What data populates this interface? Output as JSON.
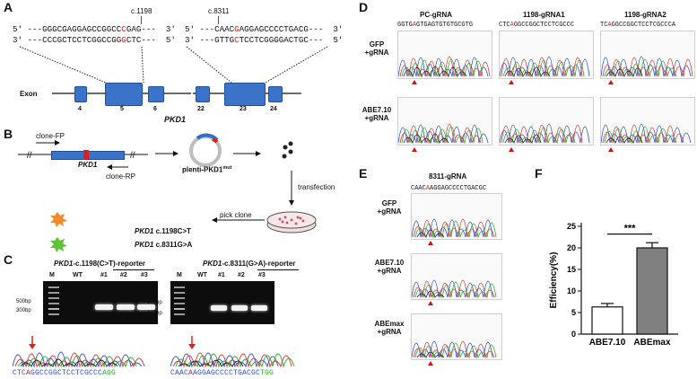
{
  "panels": {
    "A": "A",
    "B": "B",
    "C": "C",
    "D": "D",
    "E": "E",
    "F": "F"
  },
  "panelA": {
    "site1": {
      "label": "c.1198",
      "top_pre": "5' ---GGGCGAGGAGCCGGCC",
      "top_mut": "C",
      "top_post": "GAG---  3'",
      "bot_pre": "3' ---CCCGCTCCTCGGCCGG",
      "bot_mut": "G",
      "bot_post": "CTC---  5'"
    },
    "site2": {
      "label": "c.8311",
      "top_pre": "5' ---CAAC",
      "top_mut": "G",
      "top_post": "AGGAGCCCCTGACG---  3'",
      "bot_pre": "3' ---GTTG",
      "bot_mut": "C",
      "bot_post": "TCCTCGGGGACTGC---  5'"
    },
    "exon_label": "Exon",
    "exon_numbers": [
      "4",
      "5",
      "6",
      "22",
      "23",
      "24"
    ],
    "gene": "PKD1"
  },
  "panelB": {
    "clone_fp": "clone-FP",
    "clone_rp": "clone-RP",
    "gene": "PKD1",
    "plasmid_prefix": "plenti-PKD1",
    "plasmid_sup": "mut",
    "transfection": "transfection",
    "pick_clone": "pick clone",
    "mut1_gene": "PKD1",
    "mut1": " c.1198C>T",
    "mut2_gene": "PKD1",
    "mut2": " c.8311G>A"
  },
  "panelC": {
    "gel1_title_gene": "PKD1",
    "gel1_title": "-c.1198(C>T)-reporter",
    "gel2_title_gene": "PKD1",
    "gel2_title": "-c.8311(G>A)-reporter",
    "lanes": [
      "M",
      "WT",
      "#1",
      "#2",
      "#3"
    ],
    "ladder_500": "500bp",
    "ladder_300": "300bp",
    "seq1_pre": "CTC",
    "seq1_mut": "A",
    "seq1_mid": "GGCCGGCTCCTCGCCC",
    "seq1_post": "AGG",
    "seq2_pre": "CAAC",
    "seq2_mut": "A",
    "seq2_mid": "AGGAGCCCCTGACGC",
    "seq2_post": "TGG"
  },
  "panelD": {
    "columns": [
      {
        "title": "PC-gRNA",
        "pre": "GGTG",
        "mut": "A",
        "post": "GTGAGTGTGTGCGTG"
      },
      {
        "title": "1198-gRNA1",
        "pre": "CTC",
        "mut": "A",
        "post": "GGCCGGCTCCTCGCCC"
      },
      {
        "title": "1198-gRNA2",
        "pre": "TC",
        "mut": "A",
        "post": "GGCCGGCTCCTCGCCCA"
      }
    ],
    "rows": [
      {
        "line1": "GFP",
        "line2": "+gRNA"
      },
      {
        "line1": "ABE7.10",
        "line2": "+gRNA"
      }
    ]
  },
  "panelE": {
    "title": "8311-gRNA",
    "seq_pre": "CAAC",
    "seq_mut": "A",
    "seq_post": "AGGAGCCCCTGACGC",
    "rows": [
      {
        "line1": "GFP",
        "line2": "+gRNA"
      },
      {
        "line1": "ABE7.10",
        "line2": "+gRNA"
      },
      {
        "line1": "ABEmax",
        "line2": "+gRNA"
      }
    ]
  },
  "chart_data": {
    "type": "bar",
    "categories": [
      "ABE7.10",
      "ABEmax"
    ],
    "values": [
      6.3,
      20.0
    ],
    "errors": [
      0.8,
      1.2
    ],
    "fills": [
      "#ffffff",
      "#808080"
    ],
    "ylabel": "Efficiency(%)",
    "ylim": [
      0,
      25
    ],
    "yticks": [
      0,
      5,
      10,
      15,
      20,
      25
    ],
    "significance": "***"
  }
}
